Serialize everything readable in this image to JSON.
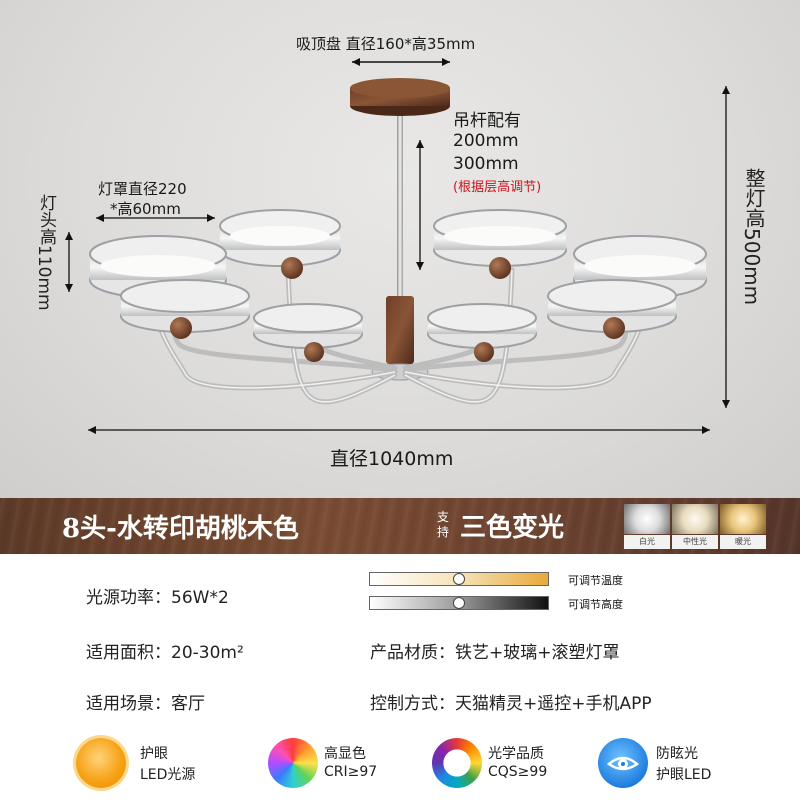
{
  "dimensions": {
    "canopy_label": "吸顶盘 直径160*高35mm",
    "rod_title": "吊杆配有",
    "rod_200": "200mm",
    "rod_300": "300mm",
    "rod_note": "(根据层高调节)",
    "shade_label_1": "灯罩直径220",
    "shade_label_2": "*高60mm",
    "head_height_cjk": "灯头高",
    "head_height_num": "110mm",
    "total_height_cjk": "整灯高",
    "total_height_num": "500mm",
    "diameter_label": "直径1040mm"
  },
  "banner": {
    "title": "8头-水转印胡桃木色",
    "support_small": "支持",
    "support_big": "三色变光",
    "swatches": [
      {
        "label": "白光",
        "color": "#f4f4f2"
      },
      {
        "label": "中性光",
        "color": "#f3ead3"
      },
      {
        "label": "暖光",
        "color": "#f0d79a"
      }
    ]
  },
  "specs": {
    "power": "光源功率：56W*2",
    "area": "适用面积：20-30m²",
    "scene": "适用场景：客厅",
    "material": "产品材质：铁艺+玻璃+滚塑灯罩",
    "control": "控制方式：天猫精灵+遥控+手机APP",
    "temp_label": "可调节温度",
    "height_label": "可调节高度"
  },
  "features": [
    {
      "title": "护眼",
      "sub": "LED光源",
      "icon": "sun-icon"
    },
    {
      "title": "高显色",
      "sub": "CRI≥97",
      "icon": "color-wheel-icon"
    },
    {
      "title": "光学品质",
      "sub": "CQS≥99",
      "icon": "spectrum-ring-icon"
    },
    {
      "title": "防眩光",
      "sub": "护眼LED",
      "icon": "eye-icon"
    }
  ]
}
